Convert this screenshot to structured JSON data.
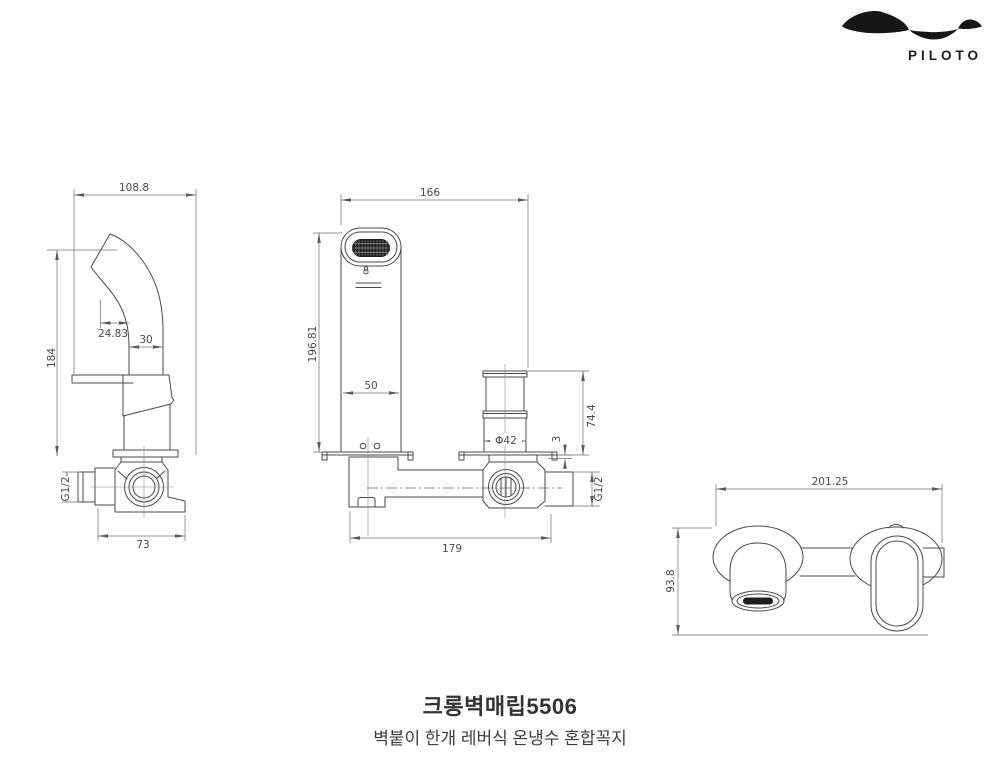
{
  "brand": {
    "name": "PILOTO"
  },
  "views": {
    "side": {
      "overall_width": "108.8",
      "spout_tip_offset": "24.83",
      "spout_width": "30",
      "overall_height": "184",
      "inlet_thread": "G1/2",
      "valve_body_width": "73"
    },
    "front": {
      "overall_width": "166",
      "spout_height": "196.81",
      "spout_body_width": "50",
      "handle_diameter": "Φ42",
      "plate_standoff": "3",
      "handle_height": "74.4",
      "outlet_thread": "G1/2",
      "body_length": "179"
    },
    "installed": {
      "overall_width": "201.25",
      "overall_height": "93.8"
    }
  },
  "footer": {
    "title": "크롱벽매립5506",
    "subtitle": "벽붙이 한개 레버식 온냉수 혼합꼭지"
  },
  "colors": {
    "outline": "#4a4a4a",
    "dimension": "#6f6f6f",
    "dark_fill": "#1e1e1e",
    "text": "#3a3a3a",
    "background": "#ffffff"
  }
}
